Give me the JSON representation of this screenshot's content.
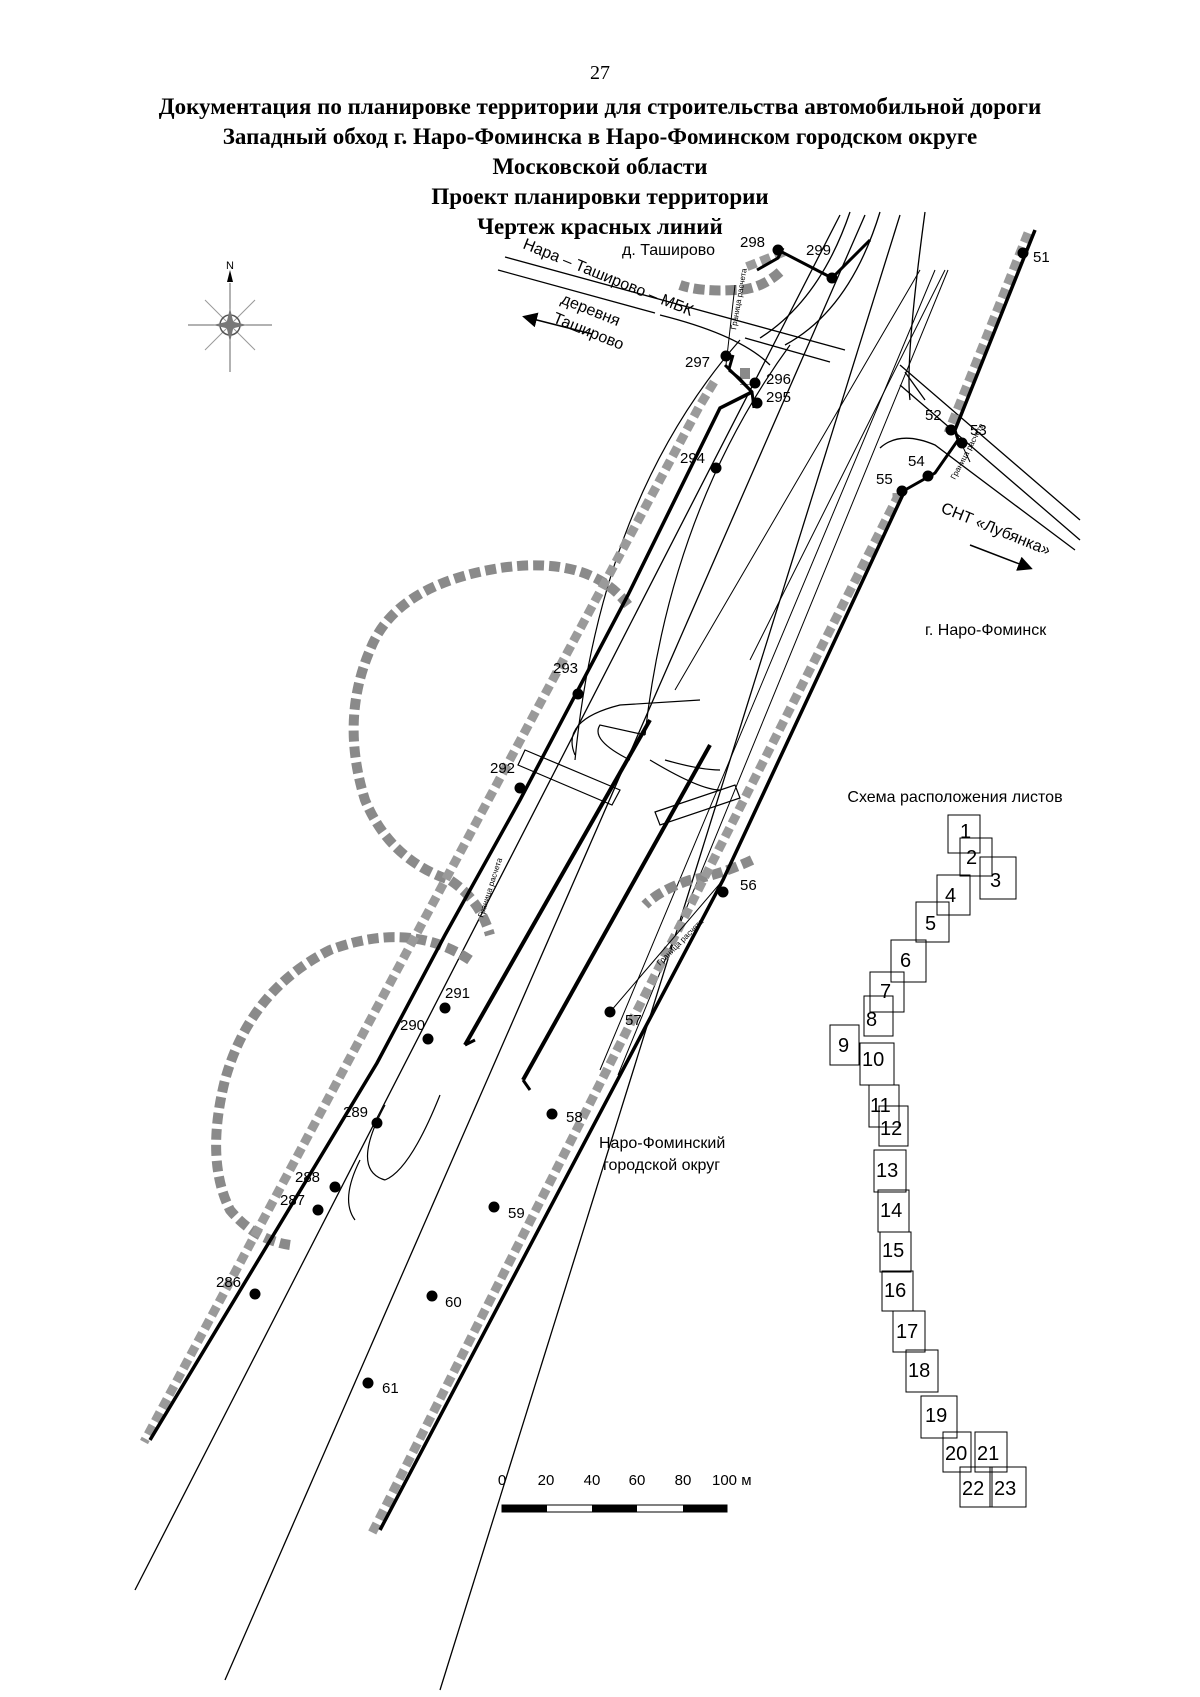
{
  "page_number": "27",
  "title_lines": [
    "Документация по планировке территории для строительства автомобильной дороги",
    "Западный обход г. Наро-Фоминска в Наро-Фоминском городском округе",
    "Московской области",
    "Проект планировки территории",
    "Чертеж красных линий"
  ],
  "map_labels": {
    "village": "д. Таширово",
    "road_name": "Нара – Таширово – МБК",
    "direction_line1": "деревня",
    "direction_line2": "Таширово",
    "snt": "СНТ «Лубянка»",
    "city": "г. Наро-Фоминск",
    "district_line1": "Наро-Фоминский",
    "district_line2": "городской округ",
    "boundary_label": "Граница расчета",
    "north": "N"
  },
  "left_points": [
    "286",
    "287",
    "288",
    "289",
    "290",
    "291",
    "292",
    "293",
    "294",
    "295",
    "296",
    "297",
    "298",
    "299"
  ],
  "right_points": [
    "51",
    "52",
    "53",
    "54",
    "55",
    "56",
    "57",
    "58",
    "59",
    "60",
    "61"
  ],
  "scale": {
    "ticks": [
      "0",
      "20",
      "40",
      "60",
      "80",
      "100 м"
    ]
  },
  "sheet_scheme": {
    "title": "Схема расположения листов",
    "sheets": [
      "1",
      "2",
      "3",
      "4",
      "5",
      "6",
      "7",
      "8",
      "9",
      "10",
      "11",
      "12",
      "13",
      "14",
      "15",
      "16",
      "17",
      "18",
      "19",
      "20",
      "21",
      "22",
      "23"
    ]
  }
}
